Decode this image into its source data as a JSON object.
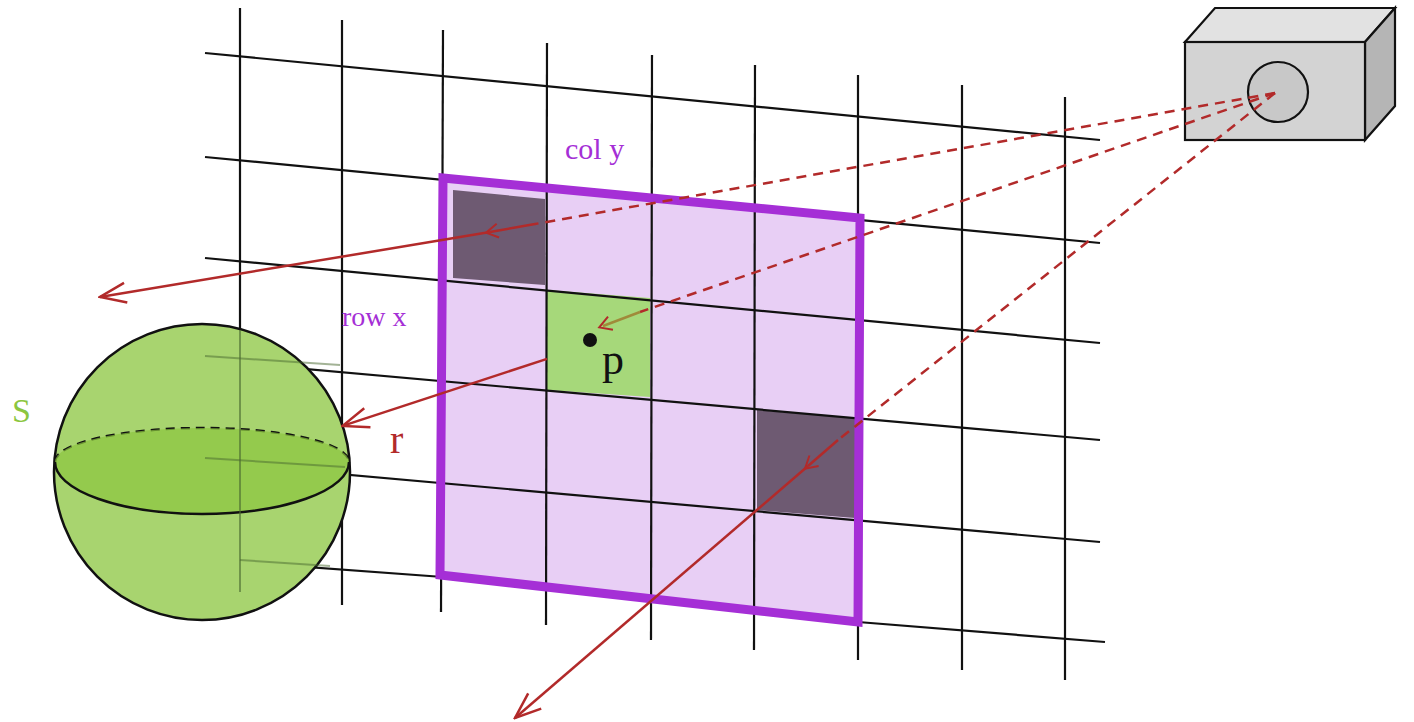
{
  "diagram": {
    "nodes": [
      {
        "text": [
          "col y",
          "row x"
        ]
      },
      {
        "text": [
          "p"
        ],
        "in": 0
      },
      {
        "text": [
          "S"
        ]
      }
    ],
    "edges": [
      {
        "from": 1,
        "to": 2,
        "arrow": "to",
        "label": "r"
      }
    ]
  }
}
